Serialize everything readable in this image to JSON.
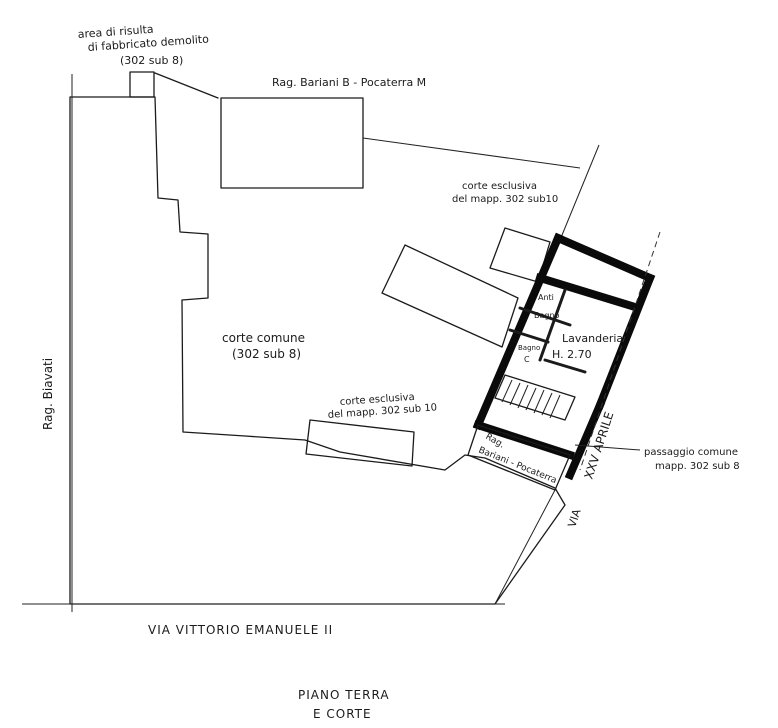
{
  "labels": {
    "area_risulta_1": "area di risulta",
    "area_risulta_2": "di fabbricato demolito",
    "area_risulta_3": "(302 sub 8)",
    "prop_north": "Rag. Bariani B - Pocaterra M",
    "prop_west": "Rag. Biavati",
    "prop_east_1": "Rag.",
    "prop_east_2": "Bariani - Pocaterra",
    "corte_comune_1": "corte comune",
    "corte_comune_2": "(302 sub 8)",
    "corte_escl_top_1": "corte esclusiva",
    "corte_escl_top_2": "del mapp. 302 sub10",
    "corte_escl_bottom_1": "corte esclusiva",
    "corte_escl_bottom_2": "del mapp. 302 sub 10",
    "room_anti": "Anti",
    "room_bagno": "Bagno",
    "room_bagno2": "Bagno",
    "room_c": "C",
    "room_lavanderia": "Lavanderia",
    "room_height": "H. 2.70",
    "passaggio_1": "passaggio comune",
    "passaggio_2": "mapp. 302 sub 8",
    "street_south": "VIA  VITTORIO    EMANUELE  II",
    "street_east": "XXV  APRILE",
    "street_east_via": "VIA",
    "title_1": "PIANO  TERRA",
    "title_2": "E  CORTE"
  }
}
